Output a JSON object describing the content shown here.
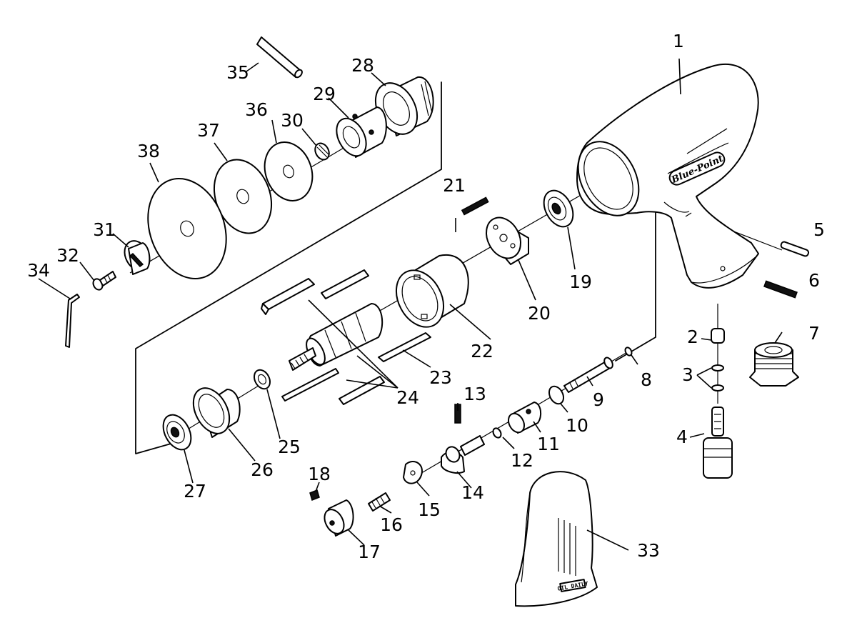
{
  "brand_text": "Blue-Point",
  "stamp_text": "OIL DAILY",
  "callouts": [
    "1",
    "2",
    "3",
    "4",
    "5",
    "6",
    "7",
    "8",
    "9",
    "10",
    "11",
    "12",
    "13",
    "14",
    "15",
    "16",
    "17",
    "18",
    "19",
    "20",
    "21",
    "22",
    "23",
    "24",
    "25",
    "26",
    "27",
    "28",
    "29",
    "30",
    "31",
    "32",
    "33",
    "34",
    "35",
    "36",
    "37",
    "38"
  ]
}
